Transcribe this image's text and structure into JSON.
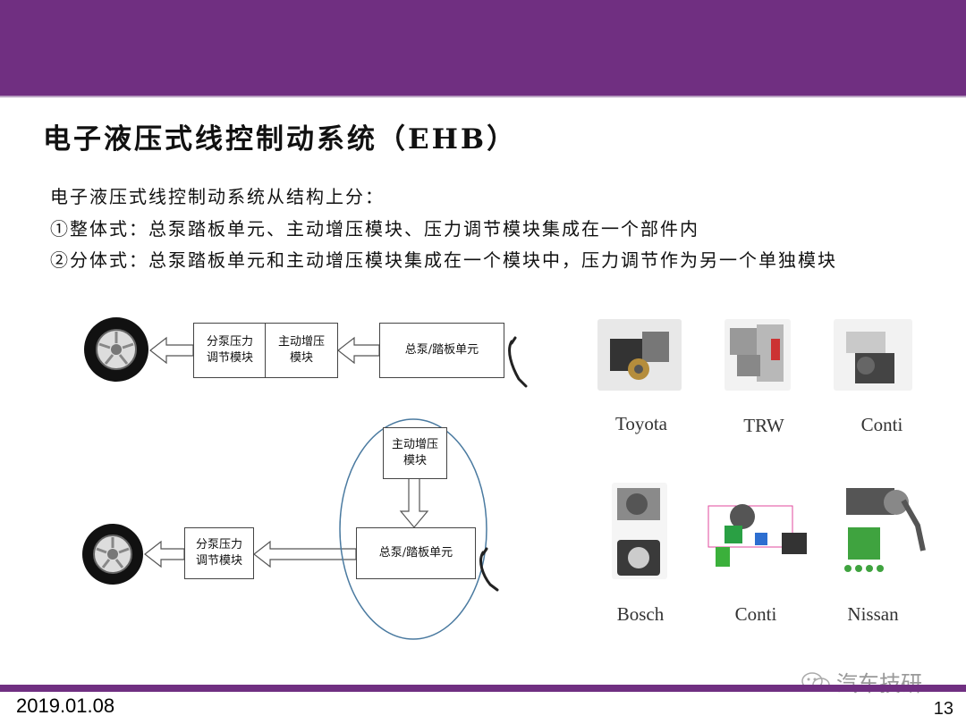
{
  "slide": {
    "title": "电子液压式线控制动系统（EHB）",
    "intro": "电子液压式线控制动系统从结构上分：",
    "point1": "①整体式：总泵踏板单元、主动增压模块、压力调节模块集成在一个部件内",
    "point2": "②分体式：总泵踏板单元和主动增压模块集成在一个模块中，压力调节作为另一个单独模块"
  },
  "diagram_top": {
    "box_pressure_line1": "分泵压力",
    "box_pressure_line2": "调节模块",
    "box_booster_line1": "主动增压",
    "box_booster_line2": "模块",
    "box_master": "总泵/踏板单元"
  },
  "diagram_bottom": {
    "box_booster_line1": "主动增压",
    "box_booster_line2": "模块",
    "box_master": "总泵/踏板单元",
    "box_pressure_line1": "分泵压力",
    "box_pressure_line2": "调节模块"
  },
  "products": {
    "row1": [
      "Toyota",
      "TRW",
      "Conti"
    ],
    "row2": [
      "Bosch",
      "Conti",
      "Nissan"
    ]
  },
  "footer": {
    "date": "2019.01.08",
    "page": "13",
    "watermark": "汽车技研"
  },
  "colors": {
    "brand_purple": "#702f81",
    "ellipse": "#4a7aa0"
  }
}
